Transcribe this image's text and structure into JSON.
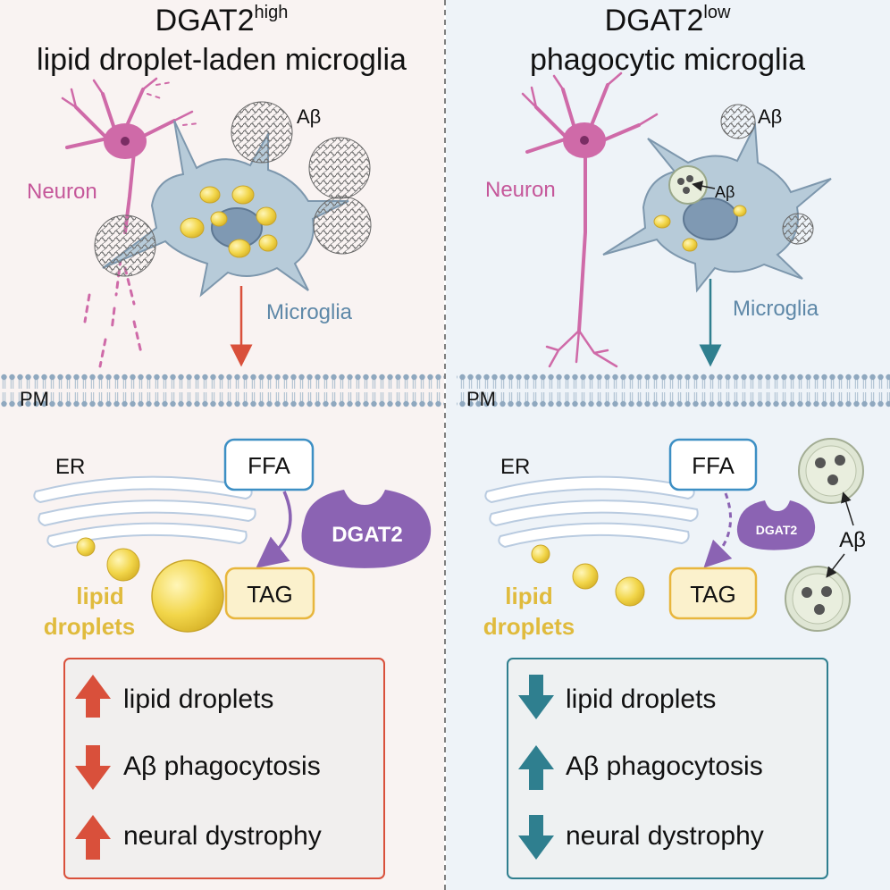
{
  "left": {
    "title_main": "DGAT2",
    "title_sup": "high",
    "title_line2": "lipid droplet-laden microglia",
    "abeta_label": "Aβ",
    "neuron_label": "Neuron",
    "microglia_label": "Microglia",
    "pm_label": "PM",
    "er_label": "ER",
    "ffa_label": "FFA",
    "enzyme_label": "DGAT2",
    "tag_label": "TAG",
    "lipid_label_1": "lipid",
    "lipid_label_2": "droplets",
    "outcomes": [
      {
        "direction": "up",
        "text": "lipid droplets"
      },
      {
        "direction": "down",
        "text": "Aβ phagocytosis"
      },
      {
        "direction": "up",
        "text": "neural dystrophy"
      }
    ]
  },
  "right": {
    "title_main": "DGAT2",
    "title_sup": "low",
    "title_line2": "phagocytic microglia",
    "abeta_label": "Aβ",
    "abeta_inner_label": "Aβ",
    "neuron_label": "Neuron",
    "microglia_label": "Microglia",
    "pm_label": "PM",
    "er_label": "ER",
    "ffa_label": "FFA",
    "enzyme_label": "DGAT2",
    "tag_label": "TAG",
    "lipid_label_1": "lipid",
    "lipid_label_2": "droplets",
    "abeta_phago_label": "Aβ",
    "outcomes": [
      {
        "direction": "down",
        "text": "lipid droplets"
      },
      {
        "direction": "up",
        "text": "Aβ phagocytosis"
      },
      {
        "direction": "down",
        "text": "neural dystrophy"
      }
    ]
  },
  "colors": {
    "left_bg": "#f9f3f2",
    "right_bg": "#eef3f8",
    "red_accent": "#d9503b",
    "teal_accent": "#2f7f8f",
    "neuron": "#cf6aa8",
    "microglia": "#b7cbd9",
    "lipid": "#f1d24a",
    "dgat2": "#8b63b3",
    "ffa_border": "#3d8fc4",
    "tag_border": "#e8b63d"
  }
}
